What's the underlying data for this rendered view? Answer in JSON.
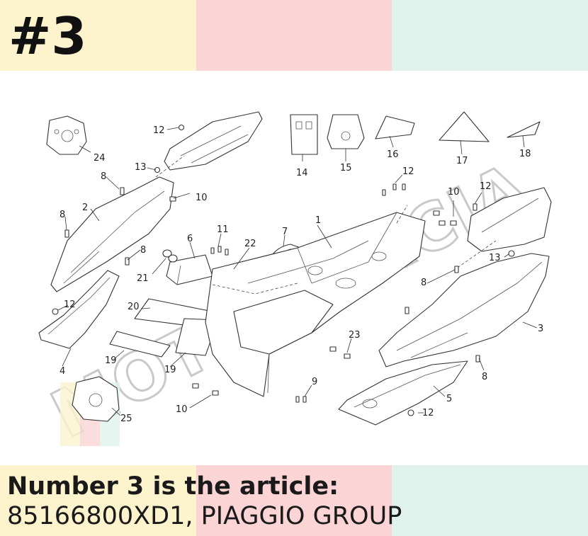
{
  "header": {
    "part_number": "#3",
    "band_colors": [
      "#fdf3cd",
      "#fbd5d5",
      "#dff2ec"
    ]
  },
  "diagram": {
    "watermark": "MOTOMARCIA",
    "callouts": [
      "1",
      "2",
      "3",
      "4",
      "5",
      "6",
      "7",
      "8",
      "8",
      "8",
      "8",
      "8",
      "9",
      "10",
      "10",
      "10",
      "11",
      "12",
      "12",
      "12",
      "12",
      "12",
      "13",
      "13",
      "14",
      "15",
      "16",
      "17",
      "18",
      "19",
      "19",
      "20",
      "21",
      "22",
      "23",
      "24",
      "25"
    ]
  },
  "caption": {
    "line1": "Number 3 is the article:",
    "line2": "85166800XD1, PIAGGIO GROUP"
  }
}
